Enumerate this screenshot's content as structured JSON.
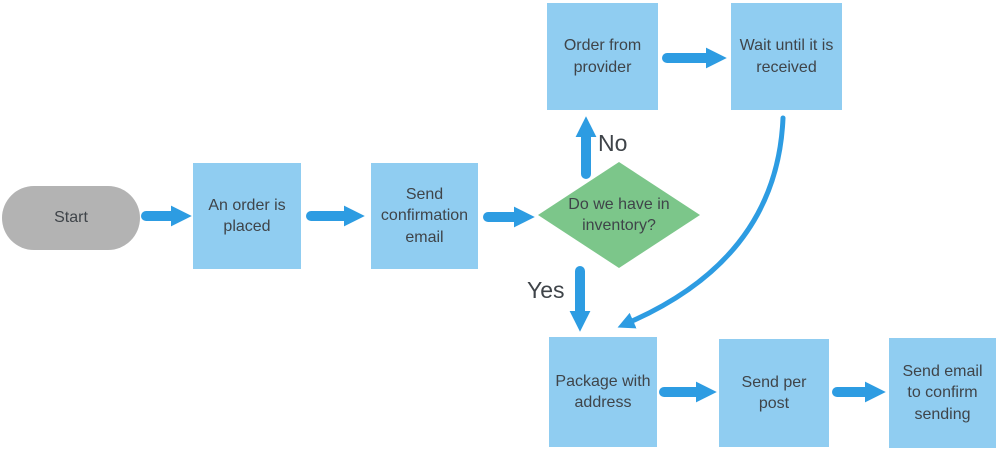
{
  "diagram": {
    "type": "flowchart",
    "nodes": {
      "start": {
        "label": "Start",
        "shape": "terminator"
      },
      "order_placed": {
        "label": "An order is placed",
        "shape": "process"
      },
      "send_confirmation": {
        "label": "Send confirmation email",
        "shape": "process"
      },
      "inventory_decision": {
        "label": "Do we have in inventory?",
        "shape": "decision"
      },
      "order_provider": {
        "label": "Order from provider",
        "shape": "process"
      },
      "wait_received": {
        "label": "Wait until it is received",
        "shape": "process"
      },
      "package_address": {
        "label": "Package with address",
        "shape": "process"
      },
      "send_post": {
        "label": "Send per post",
        "shape": "process"
      },
      "send_email_confirm": {
        "label": "Send email to confirm sending",
        "shape": "process"
      }
    },
    "edge_labels": {
      "no": "No",
      "yes": "Yes"
    },
    "connections": [
      {
        "from": "start",
        "to": "order_placed",
        "label": ""
      },
      {
        "from": "order_placed",
        "to": "send_confirmation",
        "label": ""
      },
      {
        "from": "send_confirmation",
        "to": "inventory_decision",
        "label": ""
      },
      {
        "from": "inventory_decision",
        "to": "order_provider",
        "label": "No"
      },
      {
        "from": "order_provider",
        "to": "wait_received",
        "label": ""
      },
      {
        "from": "wait_received",
        "to": "package_address",
        "label": ""
      },
      {
        "from": "inventory_decision",
        "to": "package_address",
        "label": "Yes"
      },
      {
        "from": "package_address",
        "to": "send_post",
        "label": ""
      },
      {
        "from": "send_post",
        "to": "send_email_confirm",
        "label": ""
      }
    ],
    "colors": {
      "process_fill": "#90cdf1",
      "decision_fill": "#7cc68a",
      "terminator_fill": "#b3b3b3",
      "arrow": "#2d9ce2",
      "text": "#3f4449"
    }
  }
}
